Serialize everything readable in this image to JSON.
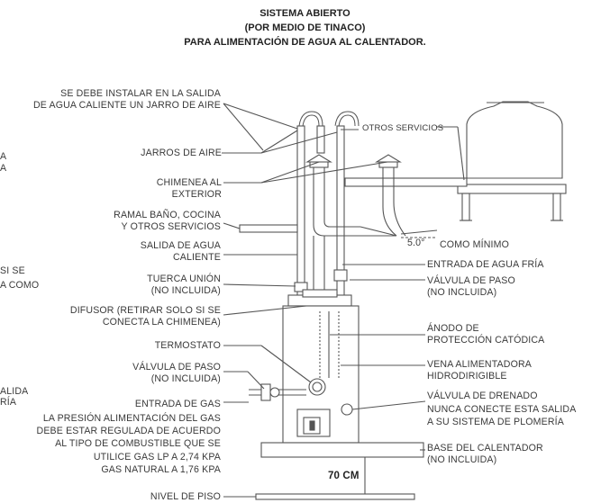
{
  "title": {
    "line1": "SISTEMA ABIERTO",
    "line2": "(POR MEDIO DE TINACO)",
    "line3": "PARA ALIMENTACIÓN DE AGUA AL CALENTADOR."
  },
  "left_labels": {
    "jarro_note": "SE DEBE INSTALAR EN LA SALIDA\nDE AGUA CALIENTE UN JARRO DE AIRE",
    "jarros": "JARROS DE AIRE",
    "chimenea": "CHIMENEA AL\nEXTERIOR",
    "ramal": "RAMAL BAÑO, COCINA\nY OTROS SERVICIOS",
    "salida": "SALIDA DE AGUA\nCALIENTE",
    "tuerca": "TUERCA UNIÓN\n(NO INCLUIDA)",
    "difusor": "DIFUSOR (RETIRAR SOLO SI SE\nCONECTA LA CHIMENEA)",
    "termostato": "TERMOSTATO",
    "valvula_paso_left": "VÁLVULA DE PASO\n(NO INCLUIDA)",
    "entrada_gas": "ENTRADA DE GAS",
    "presion_note": "LA PRESIÓN ALIMENTACIÓN DEL GAS\nDEBE ESTAR REGULADA DE ACUERDO\nAL TIPO DE COMBUSTIBLE QUE SE\nUTILICE GAS LP A 2,74 kPa\nGAS NATURAL A 1,76 kPa",
    "nivel_piso": "NIVEL DE PISO"
  },
  "right_labels": {
    "otros_servicios": "OTROS SERVICIOS",
    "angulo": "5.0°",
    "como_minimo": "COMO MÍNIMO",
    "entrada_fria": "ENTRADA DE AGUA FRÍA",
    "valvula_paso_right": "VÁLVULA DE PASO\n(NO INCLUIDA)",
    "anodo": "ÁNODO DE\nPROTECCIÓN CATÓDICA",
    "vena": "VENA ALIMENTADORA\nHIDRODIRIGIBLE",
    "drenado": "VÁLVULA DE DRENADO\nNUNCA CONECTE ESTA SALIDA\nA SU SISTEMA DE PLOMERÍA",
    "base": "BASE DEL CALENTADOR\n(NO INCLUIDA)"
  },
  "dimension": "70 cm",
  "clipped_fragments": {
    "a": "A",
    "a2": "A",
    "si_se": "SI SE",
    "a_como": "A COMO",
    "alida": "ALIDA",
    "ria": "RÍA"
  }
}
